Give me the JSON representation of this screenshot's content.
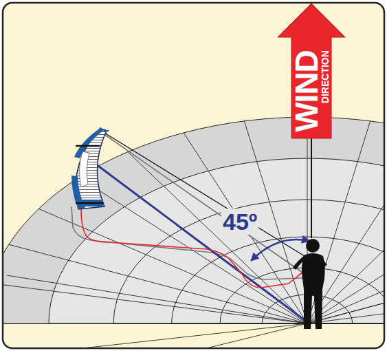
{
  "diagram": {
    "nodes": [
      {
        "text": [
          "WIND",
          "DIRECTION"
        ]
      }
    ],
    "labels": [
      "45º"
    ]
  }
}
